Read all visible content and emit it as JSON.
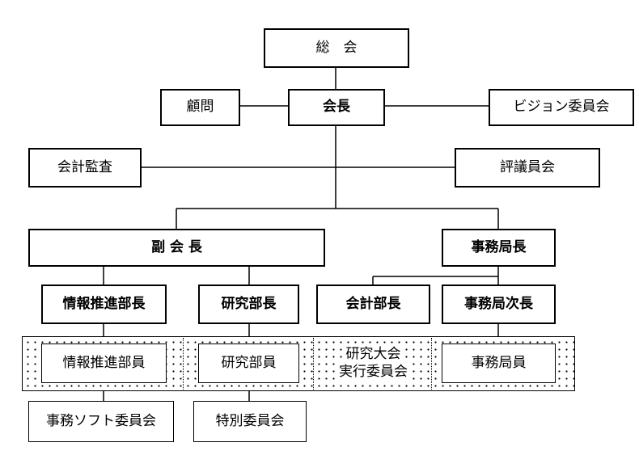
{
  "org": {
    "soukai": "総　会",
    "kaicho": "会長",
    "komon": "顧問",
    "vision": "ビジョン委員会",
    "kansa": "会計監査",
    "hyogi": "評議員会",
    "fukukaicho": "副 会 長",
    "jimukyokucho": "事務局長",
    "joho_bucho": "情報推進部長",
    "kenkyu_bucho": "研究部長",
    "kaikei_bucho": "会計部長",
    "jimukyoku_jicho": "事務局次長",
    "joho_buin": "情報推進部員",
    "kenkyu_buin": "研究部員",
    "taikai_line1": "研究大会",
    "taikai_line2": "実行委員会",
    "jimukyokuin": "事務局員",
    "soft_iinkai": "事務ソフト委員会",
    "tokubetsu_iinkai": "特別委員会"
  }
}
